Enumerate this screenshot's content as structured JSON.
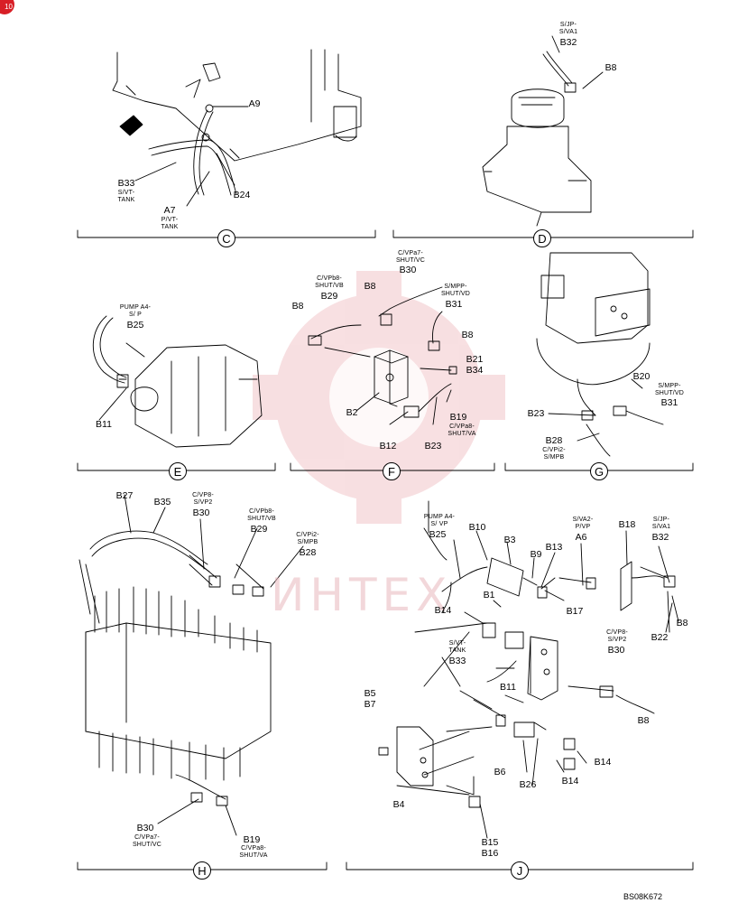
{
  "corner_badge": "10",
  "watermark": "ИНТЕХ",
  "drawing_code": "BS08K672",
  "sections": [
    {
      "id": "C",
      "label": "C"
    },
    {
      "id": "D",
      "label": "D"
    },
    {
      "id": "E",
      "label": "E"
    },
    {
      "id": "F",
      "label": "F"
    },
    {
      "id": "G",
      "label": "G"
    },
    {
      "id": "H",
      "label": "H"
    },
    {
      "id": "J",
      "label": "J"
    }
  ],
  "labels": {
    "c_a9": "A9",
    "c_b33": "B33",
    "c_b33_sub": "S/VT-\nTANK",
    "c_a7": "A7",
    "c_a7_sub": "P/VT-\nTANK",
    "c_b24": "B24",
    "d_top_sub": "S/JP-\nS/VA1",
    "d_b32": "B32",
    "d_b8": "B8",
    "e_sub": "PUMP A4-\nS/ P",
    "e_b25": "B25",
    "e_b11": "B11",
    "f_sub_b30": "C/VPa7-\nSHUT/VC",
    "f_b30": "B30",
    "f_sub_b29": "C/VPb8-\nSHUT/VB",
    "f_b29": "B29",
    "f_b8_a": "B8",
    "f_b8_b": "B8",
    "f_sub_b31": "S/MPP-\nSHUT/VD",
    "f_b31": "B31",
    "f_b8_c": "B8",
    "f_b21": "B21",
    "f_b34": "B34",
    "f_b2": "B2",
    "f_b19": "B19",
    "f_sub_b19": "C/VPa8-\nSHUT/VA",
    "f_b12": "B12",
    "f_b23": "B23",
    "g_b20": "B20",
    "g_sub_b31": "S/MPP-\nSHUT/VD",
    "g_b31": "B31",
    "g_b23": "B23",
    "g_b28": "B28",
    "g_sub_b28": "C/VPi2-\nS/MPB",
    "h_b27": "B27",
    "h_b35": "B35",
    "h_sub_b30": "C/VP8-\nS/VP2",
    "h_b30": "B30",
    "h_sub_b29": "C/VPb8-\nSHUT/VB",
    "h_b29": "B29",
    "h_sub_b28": "C/VPi2-\nS/MPB",
    "h_b28": "B28",
    "h_b30_low": "B30",
    "h_sub_b30_low": "C/VPa7-\nSHUT/VC",
    "h_b19": "B19",
    "h_sub_b19": "C/VPa8-\nSHUT/VA",
    "j_sub_b25": "PUMP A4-\nS/ VP",
    "j_b25": "B25",
    "j_b10": "B10",
    "j_b3": "B3",
    "j_b9": "B9",
    "j_b13": "B13",
    "j_sub_a6": "S/VA2-\nP/VP",
    "j_a6": "A6",
    "j_b18": "B18",
    "j_sub_b32": "S/JP-\nS/VA1",
    "j_b32": "B32",
    "j_b1": "B1",
    "j_b17": "B17",
    "j_b14_a": "B14",
    "j_b22": "B22",
    "j_b8_a": "B8",
    "j_sub_b30": "C/VP8-\nS/VP2",
    "j_b30": "B30",
    "j_sub_b33": "S/VT-\nTANK",
    "j_b33": "B33",
    "j_b11": "B11",
    "j_b5": "B5",
    "j_b7": "B7",
    "j_b8_b": "B8",
    "j_b6": "B6",
    "j_b14_b": "B14",
    "j_b14_c": "B14",
    "j_b26": "B26",
    "j_b4": "B4",
    "j_b15": "B15",
    "j_b16": "B16"
  }
}
